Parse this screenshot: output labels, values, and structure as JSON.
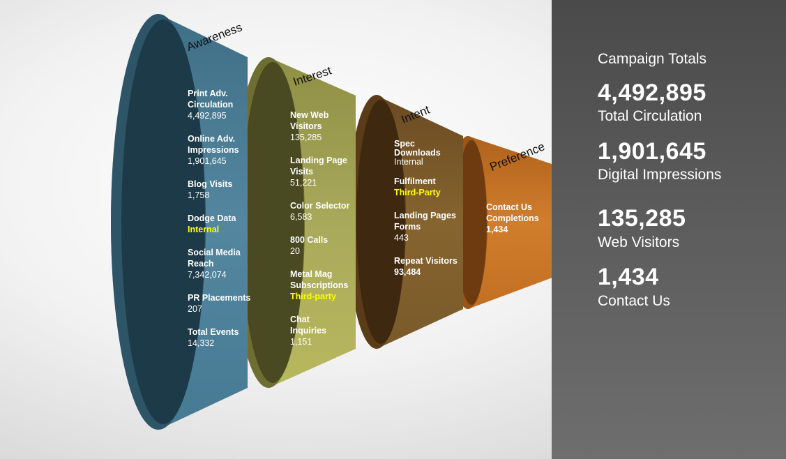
{
  "colors": {
    "awareness": "#4a7a92",
    "interest": "#a8a85a",
    "intent": "#7e5c2e",
    "preference": "#c67628",
    "final": "#4a1e0c",
    "highlight": "#ffff00"
  },
  "stages": [
    {
      "label": "Awareness",
      "items": [
        {
          "name": "Print Adv.\nCirculation",
          "value": "4,492,895",
          "highlight": false
        },
        {
          "name": "Online Adv.\nImpressions",
          "value": "1,901,645",
          "highlight": false
        },
        {
          "name": "Blog Visits",
          "value": "1,758",
          "highlight": false
        },
        {
          "name": "Dodge Data",
          "value": "Internal",
          "highlight": true
        },
        {
          "name": "Social Media\nReach",
          "value": "7,342,074",
          "highlight": false
        },
        {
          "name": "PR Placements",
          "value": "207",
          "highlight": false
        },
        {
          "name": "Total Events",
          "value": "14,332",
          "highlight": false
        }
      ]
    },
    {
      "label": "Interest",
      "items": [
        {
          "name": "New Web\nVisitors",
          "value": "135,285",
          "highlight": false
        },
        {
          "name": "Landing Page\nVisits",
          "value": "51,221",
          "highlight": false
        },
        {
          "name": "Color Selector",
          "value": "6,583",
          "highlight": false
        },
        {
          "name": "800 Calls",
          "value": "20",
          "highlight": false
        },
        {
          "name": "Metal Mag\nSubscriptions",
          "value": "Third-party",
          "highlight": true
        },
        {
          "name": "Chat\nInquiries",
          "value": "1,151",
          "highlight": false
        }
      ]
    },
    {
      "label": "Intent",
      "items": [
        {
          "name": "Spec\nDownloads",
          "value": "Internal",
          "highlight": false
        },
        {
          "name": "Fulfilment",
          "value": "Third-Party",
          "highlight": true
        },
        {
          "name": "Landing Pages\nForms",
          "value": "443",
          "highlight": false
        },
        {
          "name": "Repeat Visitors",
          "value": "93,484",
          "highlight": false
        }
      ]
    },
    {
      "label": "Preference",
      "items": [
        {
          "name": "Contact Us\nCompletions",
          "value": "1,434",
          "highlight": false
        }
      ]
    }
  ],
  "totals": {
    "title": "Campaign Totals",
    "entries": [
      {
        "value": "4,492,895",
        "label": "Total Circulation"
      },
      {
        "value": "1,901,645",
        "label": "Digital Impressions"
      },
      {
        "value": "135,285",
        "label": "Web Visitors"
      },
      {
        "value": "1,434",
        "label": "Contact Us"
      }
    ]
  }
}
